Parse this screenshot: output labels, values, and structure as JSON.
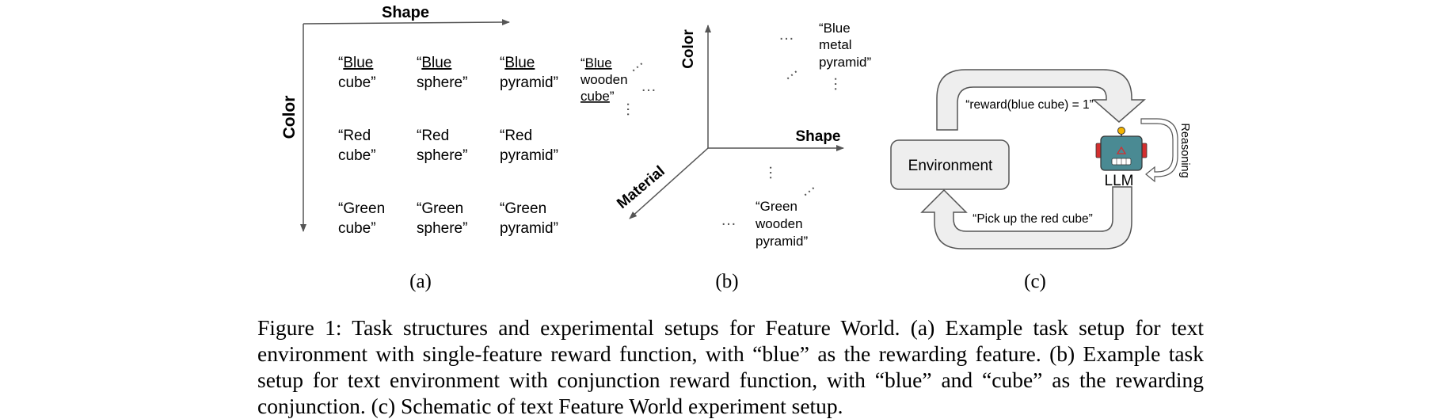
{
  "panel_a": {
    "x_axis_label": "Shape",
    "y_axis_label": "Color",
    "grid": [
      [
        {
          "l1_prefix": "“",
          "l1_word": "Blue",
          "l1_suffix": "",
          "l1_underline": true,
          "l2": "cube”"
        },
        {
          "l1_prefix": "“",
          "l1_word": "Blue",
          "l1_suffix": "",
          "l1_underline": true,
          "l2": "sphere”"
        },
        {
          "l1_prefix": "“",
          "l1_word": "Blue",
          "l1_suffix": "",
          "l1_underline": true,
          "l2": "pyramid”"
        }
      ],
      [
        {
          "l1_prefix": "“",
          "l1_word": "Red",
          "l1_suffix": "",
          "l1_underline": false,
          "l2": "cube”"
        },
        {
          "l1_prefix": "“",
          "l1_word": "Red",
          "l1_suffix": "",
          "l1_underline": false,
          "l2": "sphere”"
        },
        {
          "l1_prefix": "“",
          "l1_word": "Red",
          "l1_suffix": "",
          "l1_underline": false,
          "l2": "pyramid”"
        }
      ],
      [
        {
          "l1_prefix": "“",
          "l1_word": "Green",
          "l1_suffix": "",
          "l1_underline": false,
          "l2": "cube”"
        },
        {
          "l1_prefix": "“",
          "l1_word": "Green",
          "l1_suffix": "",
          "l1_underline": false,
          "l2": "sphere”"
        },
        {
          "l1_prefix": "“",
          "l1_word": "Green",
          "l1_suffix": "",
          "l1_underline": false,
          "l2": "pyramid”"
        }
      ]
    ],
    "side_item": {
      "prefix": "“",
      "word1": "Blue",
      "line2": "wooden",
      "word3": "cube",
      "suffix3": "”"
    },
    "ellipsis": "…",
    "sublabel": "(a)"
  },
  "panel_b": {
    "axis_color": "Color",
    "axis_shape": "Shape",
    "axis_material": "Material",
    "item_top": [
      "“Blue",
      "metal",
      "pyramid”"
    ],
    "item_bottom": [
      "“Green",
      "wooden",
      "pyramid”"
    ],
    "ellipsis": "…",
    "sublabel": "(b)"
  },
  "panel_c": {
    "environment_label": "Environment",
    "llm_label": "LLM",
    "reward_text": "“reward(blue cube) = 1”",
    "action_text": "“Pick up the red cube”",
    "reasoning_label": "Reasoning",
    "robot_face_color": "#4a8a93",
    "robot_ear_color": "#d32f2f",
    "robot_antenna_color": "#f4b400",
    "sublabel": "(c)"
  },
  "caption": "Figure 1: Task structures and experimental setups for Feature World. (a) Example task setup for text environment with single-feature reward function, with “blue” as the rewarding feature. (b) Example task setup for text environment with conjunction reward function, with “blue” and “cube” as the rewarding conjunction. (c) Schematic of text Feature World experiment setup."
}
